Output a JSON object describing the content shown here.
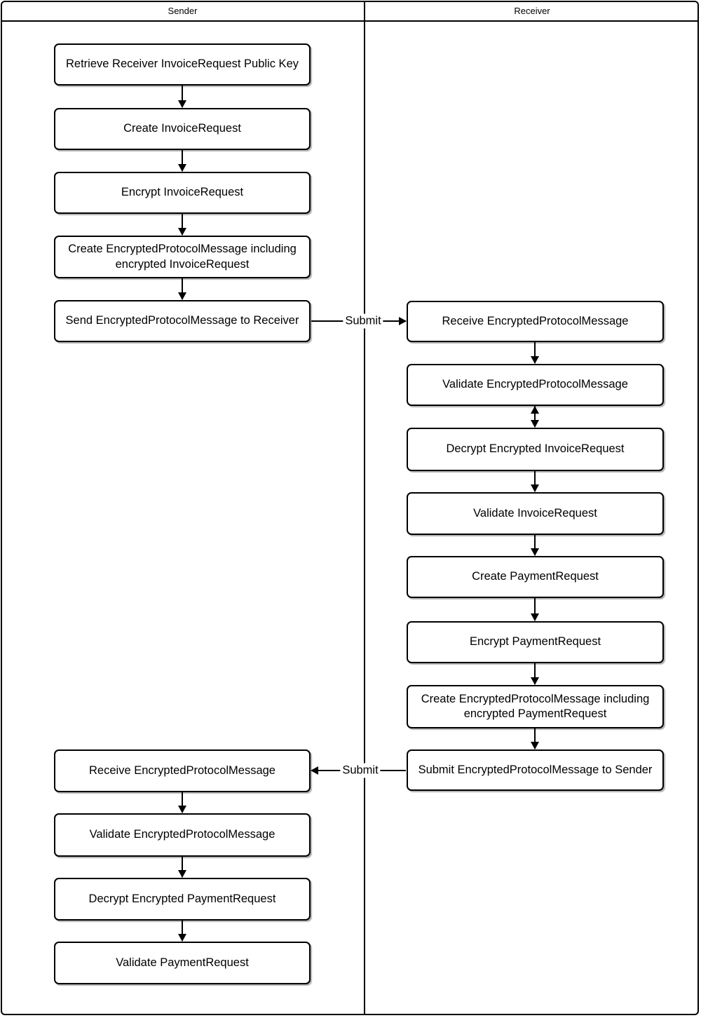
{
  "diagram": {
    "lanes": {
      "sender": {
        "title": "Sender"
      },
      "receiver": {
        "title": "Receiver"
      }
    },
    "nodes": {
      "s1": {
        "label": "Retrieve Receiver InvoiceRequest Public Key"
      },
      "s2": {
        "label": "Create InvoiceRequest"
      },
      "s3": {
        "label": "Encrypt InvoiceRequest"
      },
      "s4": {
        "label": "Create EncryptedProtocolMessage including encrypted InvoiceRequest"
      },
      "s5": {
        "label": "Send EncryptedProtocolMessage to Receiver"
      },
      "s6": {
        "label": "Receive EncryptedProtocolMessage"
      },
      "s7": {
        "label": "Validate EncryptedProtocolMessage"
      },
      "s8": {
        "label": "Decrypt Encrypted PaymentRequest"
      },
      "s9": {
        "label": "Validate PaymentRequest"
      },
      "r1": {
        "label": "Receive EncryptedProtocolMessage"
      },
      "r2": {
        "label": "Validate EncryptedProtocolMessage"
      },
      "r3": {
        "label": "Decrypt Encrypted InvoiceRequest"
      },
      "r4": {
        "label": "Validate InvoiceRequest"
      },
      "r5": {
        "label": "Create PaymentRequest"
      },
      "r6": {
        "label": "Encrypt PaymentRequest"
      },
      "r7": {
        "label": "Create EncryptedProtocolMessage including encrypted PaymentRequest"
      },
      "r8": {
        "label": "Submit EncryptedProtocolMessage to Sender"
      }
    },
    "edges": {
      "submit_to_receiver": {
        "label": "Submit"
      },
      "submit_to_sender": {
        "label": "Submit"
      }
    },
    "colors": {
      "background": "#ffffff",
      "stroke": "#000000",
      "node_fill": "#ffffff",
      "text": "#000000"
    }
  }
}
